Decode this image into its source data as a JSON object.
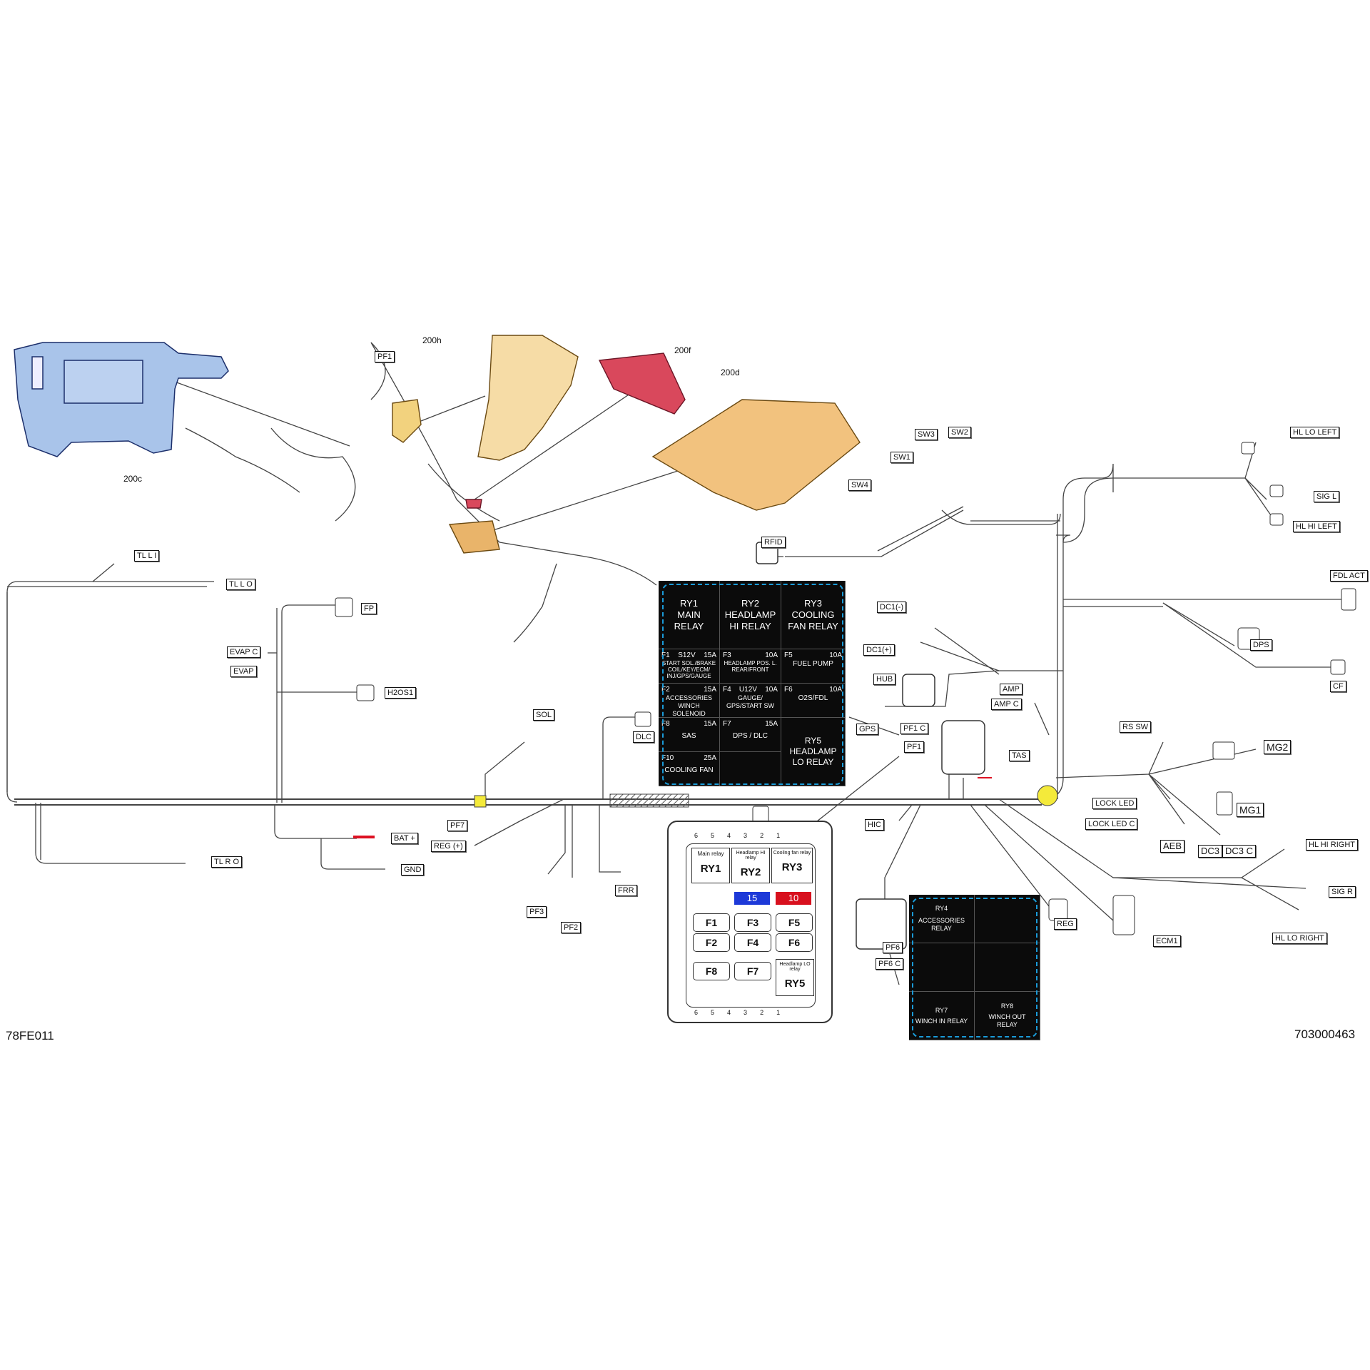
{
  "corner": {
    "left_id": "78FE011",
    "right_id": "703000463"
  },
  "parts": {
    "p200c": "200c",
    "p200h": "200h",
    "p200f": "200f",
    "p200d": "200d"
  },
  "tags": {
    "pf1_top": "PF1",
    "tll_i": "TL L I",
    "tll_o": "TL L O",
    "fp": "FP",
    "evap_c": "EVAP C",
    "evap": "EVAP",
    "h2os1": "H2OS1",
    "sol": "SOL",
    "dlc": "DLC",
    "pf7": "PF7",
    "bat": "BAT +",
    "reg_plus": "REG (+)",
    "gnd": "GND",
    "tlr_o": "TL R O",
    "pf3": "PF3",
    "pf2": "PF2",
    "frr": "FRR",
    "rfid": "RFID",
    "sw1": "SW1",
    "sw2": "SW2",
    "sw3": "SW3",
    "sw4": "SW4",
    "dc1_minus": "DC1(-)",
    "dc1_plus": "DC1(+)",
    "hub": "HUB",
    "gps": "GPS",
    "amp": "AMP",
    "amp_c": "AMP C",
    "pf1_c": "PF1 C",
    "pf1": "PF1",
    "tas": "TAS",
    "hic": "HIC",
    "pf6": "PF6",
    "pf6_c": "PF6 C",
    "reg": "REG",
    "ecm1": "ECM1",
    "hl_lo_left": "HL LO LEFT",
    "sig_l": "SIG L",
    "hl_hi_left": "HL HI LEFT",
    "fdl_act": "FDL ACT",
    "dps": "DPS",
    "cf": "CF",
    "rs_sw": "RS SW",
    "mg2": "MG2",
    "mg1": "MG1",
    "lock_led": "LOCK LED",
    "lock_led_c": "LOCK LED C",
    "aeb": "AEB",
    "dc3": "DC3",
    "dc3_c": "DC3 C",
    "hl_hi_right": "HL HI RIGHT",
    "sig_r": "SIG R",
    "hl_lo_right": "HL LO RIGHT"
  },
  "fuse_legend": {
    "relays": [
      {
        "id": "RY1",
        "name": "MAIN RELAY"
      },
      {
        "id": "RY2",
        "name": "HEADLAMP HI RELAY"
      },
      {
        "id": "RY3",
        "name": "COOLING FAN RELAY"
      }
    ],
    "fuses": [
      {
        "id": "F1",
        "mid": "S12V",
        "amp": "15A",
        "desc": "START SOL./BRAKE COIL/KEY/ECM/ INJ/GPS/GAUGE"
      },
      {
        "id": "F3",
        "mid": "",
        "amp": "10A",
        "desc": "HEADLAMP POS. L. REAR/FRONT"
      },
      {
        "id": "F5",
        "mid": "",
        "amp": "10A",
        "desc": "FUEL PUMP"
      },
      {
        "id": "F2",
        "mid": "",
        "amp": "15A",
        "desc": "ACCESSORIES WINCH SOLENOID"
      },
      {
        "id": "F4",
        "mid": "U12V",
        "amp": "10A",
        "desc": "GAUGE/ GPS/START SW"
      },
      {
        "id": "F6",
        "mid": "",
        "amp": "10A",
        "desc": "O2S/FDL"
      },
      {
        "id": "F8",
        "mid": "",
        "amp": "15A",
        "desc": "SAS"
      },
      {
        "id": "F7",
        "mid": "",
        "amp": "15A",
        "desc": "DPS / DLC"
      },
      {
        "id": "F10",
        "mid": "",
        "amp": "25A",
        "desc": "COOLING FAN"
      }
    ],
    "ry5": {
      "id": "RY5",
      "name": "HEADLAMP LO RELAY"
    }
  },
  "accessory_legend": {
    "ry4": {
      "id": "RY4",
      "name": "ACCESSORIES RELAY"
    },
    "ry7": {
      "id": "RY7",
      "name": "WINCH IN RELAY"
    },
    "ry8": {
      "id": "RY8",
      "name": "WINCH OUT RELAY"
    }
  },
  "fusebox": {
    "pins_top": [
      "6",
      "5",
      "4",
      "3",
      "2",
      "1"
    ],
    "pins_bottom": [
      "6",
      "5",
      "4",
      "3",
      "2",
      "1"
    ],
    "relays": [
      {
        "title": "Main relay",
        "id": "RY1"
      },
      {
        "title": "Headlamp HI relay",
        "id": "RY2"
      },
      {
        "title": "Cooling fan relay",
        "id": "RY3"
      }
    ],
    "spare_blue": "15",
    "spare_red": "10",
    "fuses": [
      "F1",
      "F3",
      "F5",
      "F2",
      "F4",
      "F6",
      "F8",
      "F7"
    ],
    "ry5": {
      "title": "Headlamp LO relay",
      "id": "RY5"
    }
  },
  "colors": {
    "panel": "#0b0b0b",
    "dash": "#1a9bd8",
    "blue_part": "#a9c4ea",
    "orange_part": "#f2c27e",
    "red_part": "#d9485c",
    "spare_blue": "#1d39d8",
    "spare_red": "#d8101e"
  }
}
